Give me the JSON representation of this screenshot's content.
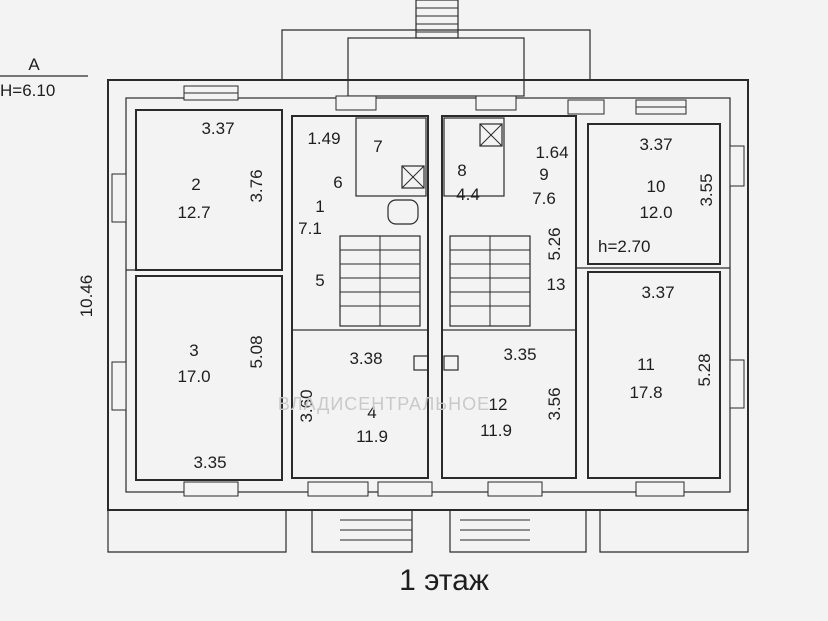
{
  "axis": {
    "letter": "A",
    "elevation": "H=6.10"
  },
  "overall_dimension": "10.46",
  "rooms": [
    {
      "id": "2",
      "area": "12.7",
      "width": "3.37",
      "length": "3.76"
    },
    {
      "id": "3",
      "area": "17.0",
      "width": "3.35",
      "length": "5.08"
    },
    {
      "id": "1",
      "area": "7.1",
      "width": "1.49"
    },
    {
      "id": "7"
    },
    {
      "id": "6"
    },
    {
      "id": "5"
    },
    {
      "id": "4",
      "area": "11.9",
      "width": "3.38",
      "length": "3.60"
    },
    {
      "id": "8",
      "area": "4.4"
    },
    {
      "id": "9",
      "area": "7.6",
      "width": "1.64",
      "length": "5.26"
    },
    {
      "id": "13"
    },
    {
      "id": "12",
      "area": "11.9",
      "width": "3.35",
      "length": "3.56"
    },
    {
      "id": "10",
      "area": "12.0",
      "width": "3.37",
      "length": "3.55"
    },
    {
      "id": "11",
      "area": "17.8",
      "width": "3.37",
      "length": "5.28"
    }
  ],
  "ceiling_height": "h=2.70",
  "watermark": "ВЛАДИСЕНТРАЛЬНОЕ",
  "caption": "1 этаж"
}
